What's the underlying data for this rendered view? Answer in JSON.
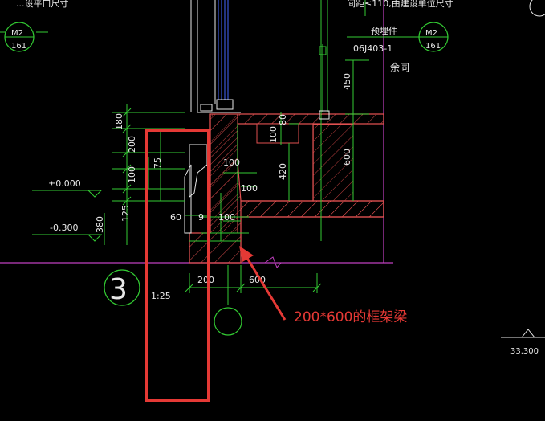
{
  "colors": {
    "background": "#000000",
    "green": "#33cc33",
    "white": "#e8e8e8",
    "red": "#e05050",
    "magenta": "#c040c0",
    "annotation": "#e53935"
  },
  "top_text_left": "...设平口尺寸",
  "top_text_right": "间距≤110,由建设单位尺寸",
  "callout_left": {
    "top": "M2",
    "bottom": "161"
  },
  "callout_right": {
    "top": "M2",
    "bottom": "161"
  },
  "embed_label": "预埋件",
  "embed_ref": "06J403-1",
  "embed_note": "余同",
  "elevation_1": "±0.000",
  "elevation_2": "-0.300",
  "elevation_3": "33.300",
  "detail_number": "3",
  "detail_scale": "1:25",
  "dims": {
    "d180": "180",
    "d200": "200",
    "d100a": "100",
    "d75": "75",
    "d125": "125",
    "d380": "380",
    "d60": "60",
    "d9": "9",
    "d100b": "100",
    "d100c": "100",
    "d100d": "100",
    "d420": "420",
    "d80": "80",
    "d100e": "100",
    "d450": "450",
    "d600v": "600",
    "d200h": "200",
    "d600h": "600"
  },
  "annotation": "200*600的框架梁"
}
